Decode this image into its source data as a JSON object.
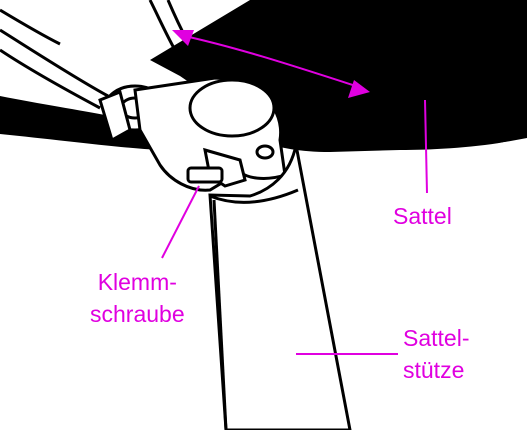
{
  "labels": {
    "saddle": "Sattel",
    "clamp_screw_line1": "Klemm-",
    "clamp_screw_line2": "schraube",
    "seatpost_line1": "Sattel-",
    "seatpost_line2": "stütze"
  },
  "colors": {
    "annotation": "#e000e0",
    "drawing": "#000000",
    "background": "#ffffff"
  }
}
